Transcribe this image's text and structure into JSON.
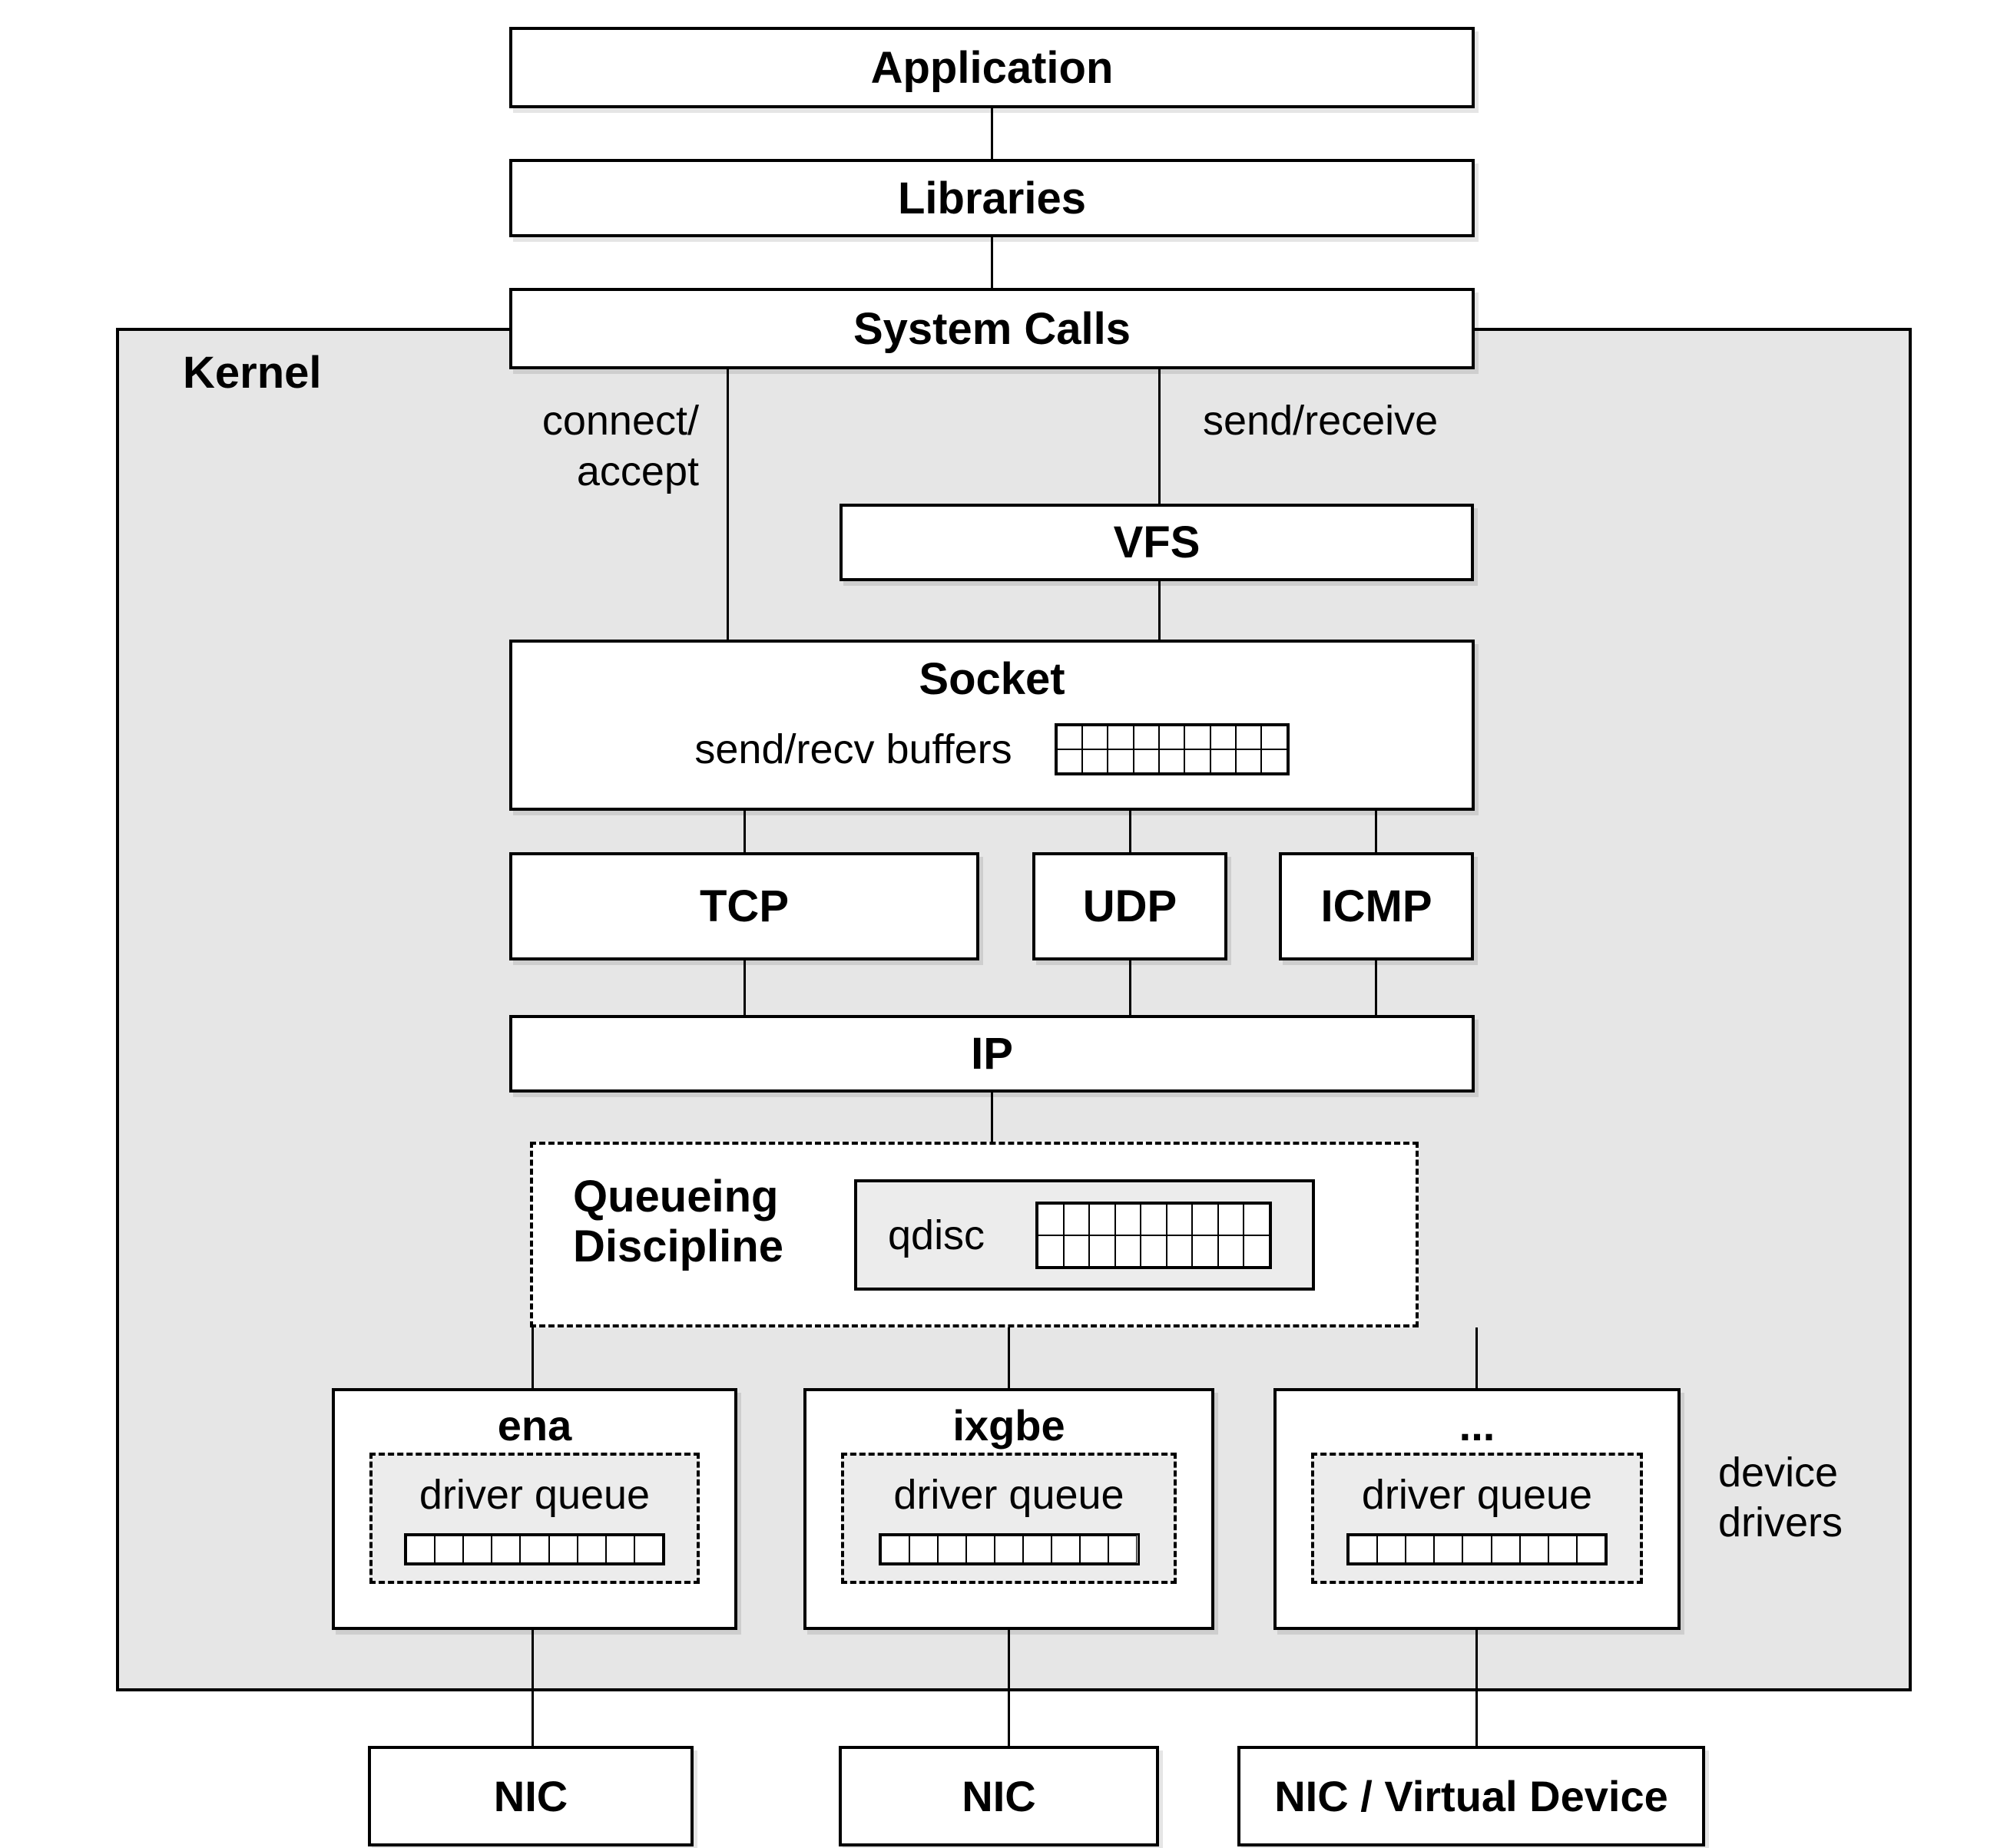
{
  "colors": {
    "kernel_bg": "#e6e6e6",
    "queue_fill": "#ececec",
    "box_bg": "#ffffff",
    "line": "#000000"
  },
  "stack": {
    "application": "Application",
    "libraries": "Libraries",
    "system_calls": "System Calls"
  },
  "kernel": {
    "label": "Kernel",
    "edge_labels": {
      "connect_accept_line1": "connect/",
      "connect_accept_line2": "accept",
      "send_receive": "send/receive"
    },
    "vfs": "VFS",
    "socket": {
      "title": "Socket",
      "buffers_label": "send/recv buffers",
      "buffer_grid": {
        "rows": 2,
        "cols": 9
      }
    },
    "protocols": {
      "tcp": "TCP",
      "udp": "UDP",
      "icmp": "ICMP"
    },
    "ip": "IP",
    "queueing": {
      "title_line1": "Queueing",
      "title_line2": "Discipline",
      "qdisc_label": "qdisc",
      "qdisc_grid": {
        "rows": 2,
        "cols": 9
      }
    },
    "drivers": {
      "caption_line1": "device",
      "caption_line2": "drivers",
      "items": [
        {
          "name": "ena",
          "queue_label": "driver queue",
          "queue_grid": {
            "rows": 1,
            "cols": 9
          }
        },
        {
          "name": "ixgbe",
          "queue_label": "driver queue",
          "queue_grid": {
            "rows": 1,
            "cols": 9
          }
        },
        {
          "name": "...",
          "queue_label": "driver queue",
          "queue_grid": {
            "rows": 1,
            "cols": 9
          }
        }
      ]
    }
  },
  "nics": [
    {
      "label": "NIC"
    },
    {
      "label": "NIC"
    },
    {
      "label": "NIC / Virtual Device"
    }
  ]
}
